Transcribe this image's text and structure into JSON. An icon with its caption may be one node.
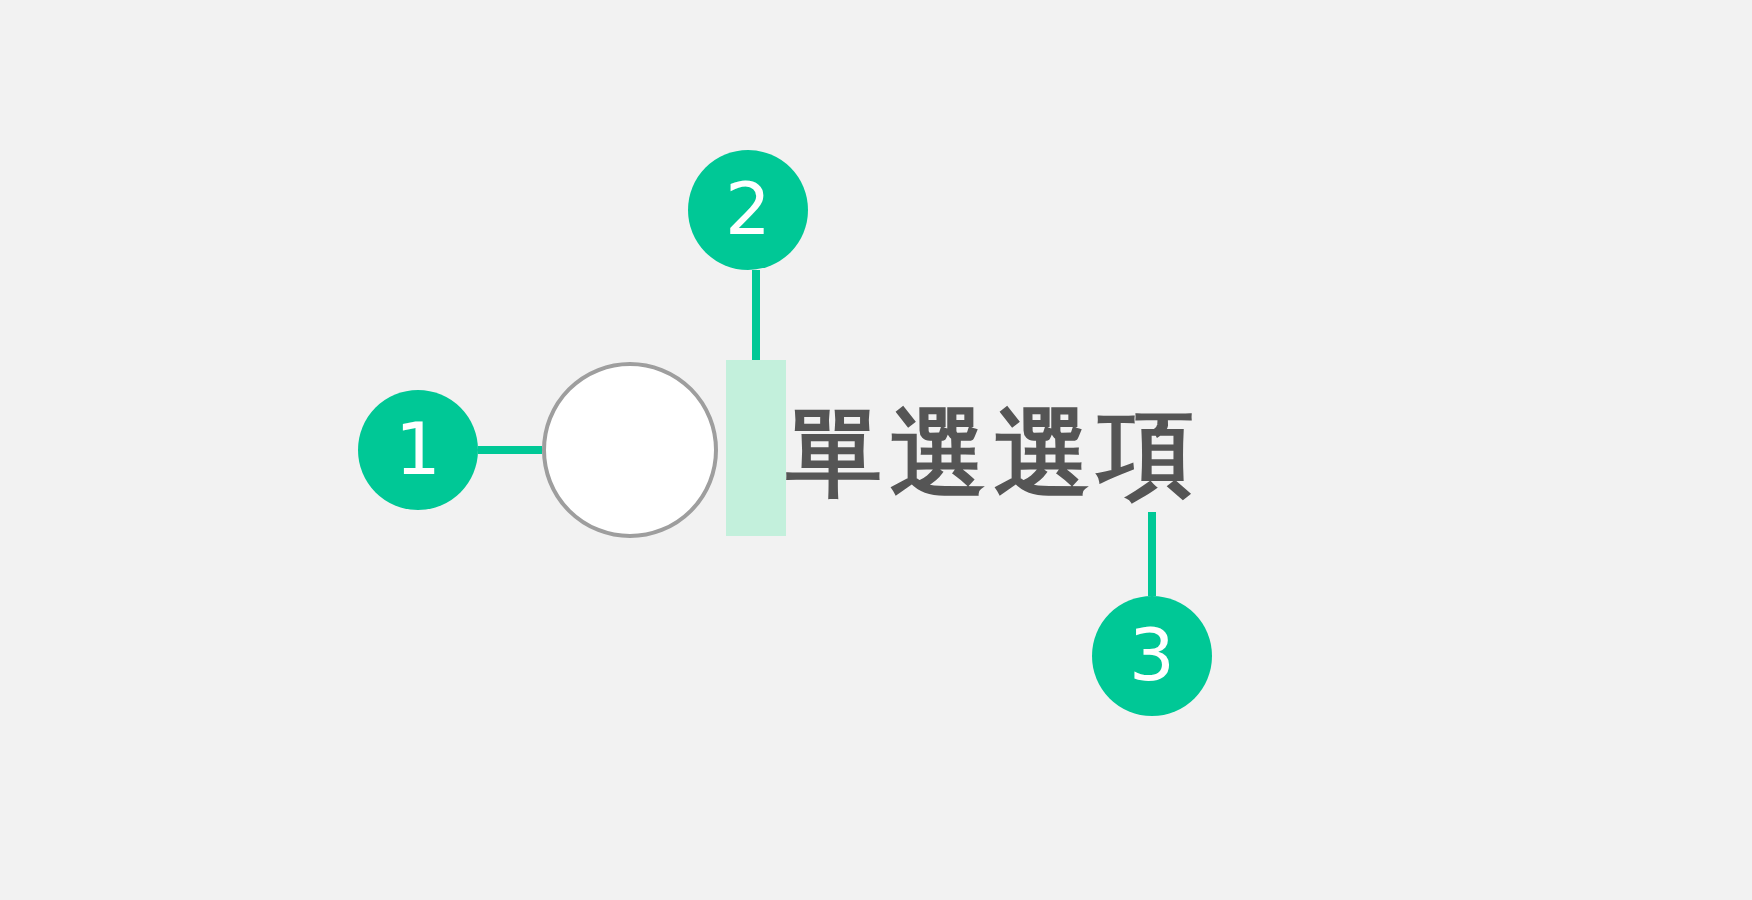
{
  "diagram": {
    "nodes": [
      {
        "text": [
          "2"
        ]
      },
      {
        "text": [
          "1"
        ]
      },
      {
        "text": [],
        "shape": "circle"
      },
      {
        "text": [],
        "shape": "bar"
      },
      {
        "text": [
          "單選選項"
        ]
      },
      {
        "text": [
          "3"
        ]
      }
    ],
    "edges": [
      {
        "from": 0,
        "to": 3,
        "arrow": "none"
      },
      {
        "from": 1,
        "to": 2,
        "arrow": "none"
      },
      {
        "from": 5,
        "to": 4,
        "arrow": "none"
      }
    ]
  }
}
